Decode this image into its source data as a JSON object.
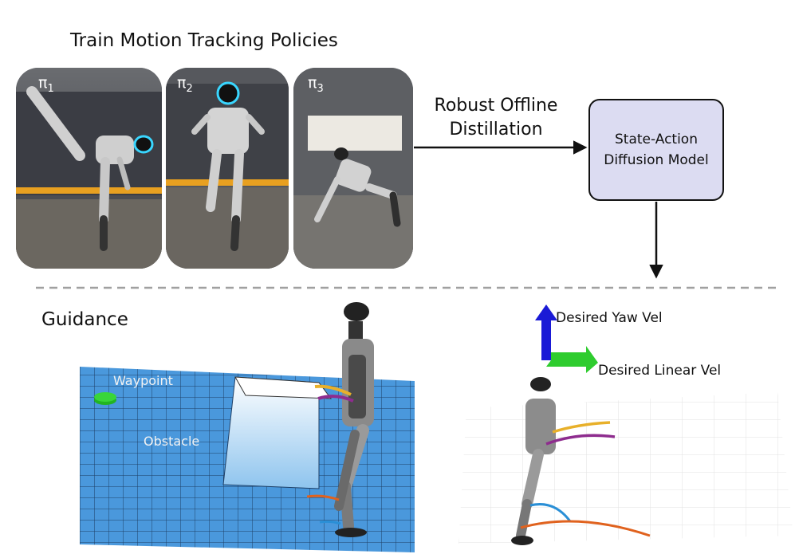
{
  "top": {
    "title": "Train Motion Tracking Policies",
    "policies": [
      {
        "symbol": "π",
        "index": "1"
      },
      {
        "symbol": "π",
        "index": "2"
      },
      {
        "symbol": "π",
        "index": "3"
      }
    ],
    "distillation": {
      "line1": "Robust Offline",
      "line2": "Distillation"
    },
    "model": {
      "line1": "State-Action",
      "line2": "Diffusion Model"
    }
  },
  "bottom": {
    "title": "Guidance",
    "waypoint_label": "Waypoint",
    "obstacle_label": "Obstacle",
    "yaw_label": "Desired Yaw Vel",
    "linear_label": "Desired Linear Vel"
  },
  "colors": {
    "box_fill": "#dcdcf2",
    "floor_blue": "#3d8fd6",
    "waypoint_green": "#22b422",
    "yaw_arrow": "#1a1ad6",
    "linear_arrow": "#2ecc2e",
    "trail_orange": "#e0621e",
    "trail_purple": "#8e2c8e",
    "trail_yellow": "#e8b02a",
    "trail_blue": "#2a8fd6",
    "divider": "#a0a0a0"
  }
}
